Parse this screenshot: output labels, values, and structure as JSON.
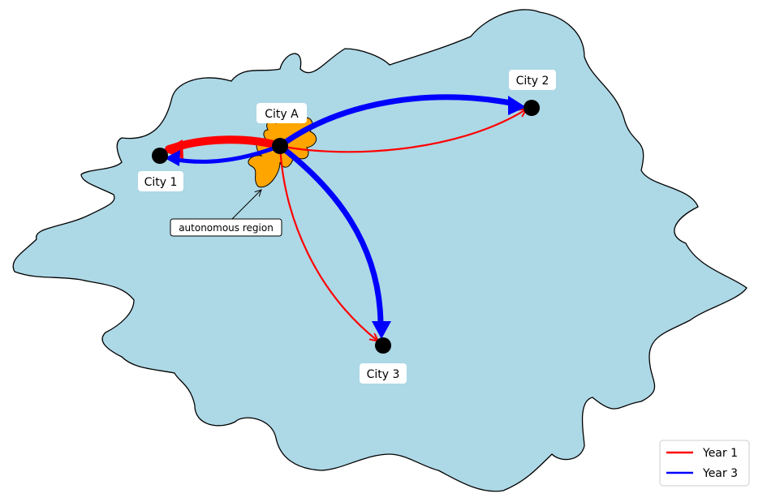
{
  "colors": {
    "land": "#add8e6",
    "region": "#ffa500",
    "year1": "#ff0000",
    "year3": "#0000ff",
    "city": "#000000"
  },
  "cities": {
    "hub": "City A",
    "city1": "City 1",
    "city2": "City 2",
    "city3": "City 3"
  },
  "annotation": {
    "text": "autonomous region"
  },
  "legend": {
    "placement": "bottom-right",
    "items": [
      {
        "label": "Year 1",
        "color": "#ff0000"
      },
      {
        "label": "Year 3",
        "color": "#0000ff"
      }
    ]
  },
  "flows": [
    {
      "from": "City A",
      "to": "City 1",
      "series": "Year 1",
      "weight": "heavy"
    },
    {
      "from": "City A",
      "to": "City 2",
      "series": "Year 1",
      "weight": "light"
    },
    {
      "from": "City A",
      "to": "City 3",
      "series": "Year 1",
      "weight": "light"
    },
    {
      "from": "City A",
      "to": "City 1",
      "series": "Year 3",
      "weight": "medium"
    },
    {
      "from": "City A",
      "to": "City 2",
      "series": "Year 3",
      "weight": "heavy"
    },
    {
      "from": "City A",
      "to": "City 3",
      "series": "Year 3",
      "weight": "heavy"
    }
  ]
}
